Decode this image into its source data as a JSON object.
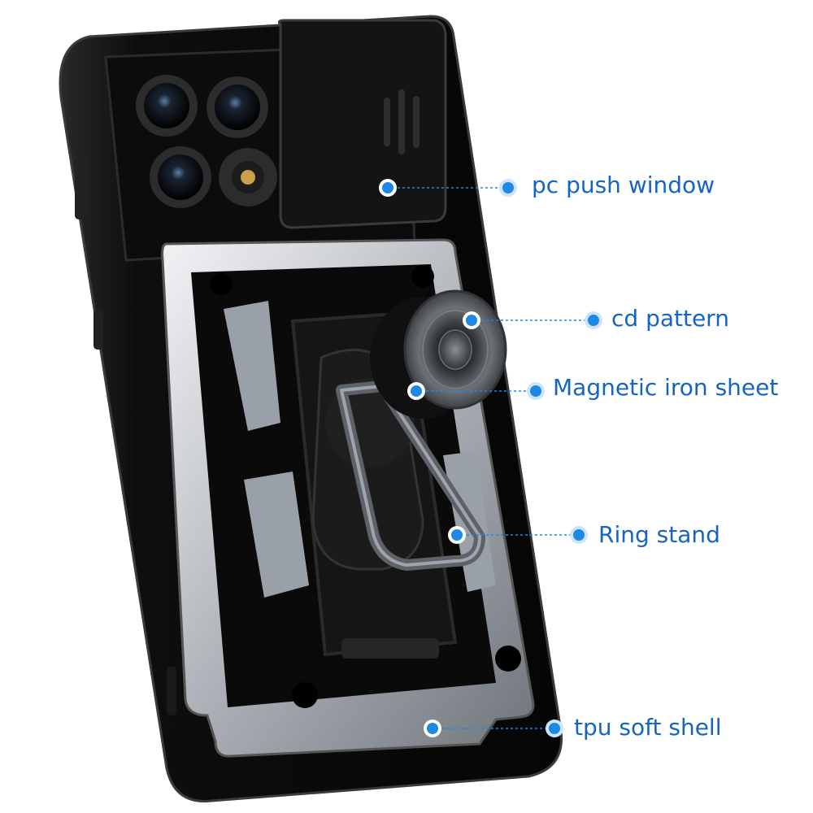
{
  "callouts": [
    {
      "id": "pc-push-window",
      "label": "pc push window"
    },
    {
      "id": "cd-pattern",
      "label": "cd pattern"
    },
    {
      "id": "magnetic-iron-sheet",
      "label": "Magnetic iron sheet"
    },
    {
      "id": "ring-stand",
      "label": "Ring stand"
    },
    {
      "id": "tpu-soft-shell",
      "label": "tpu soft shell"
    }
  ],
  "colors": {
    "callout_text": "#1565c0",
    "callout_dot": "#1e88e5",
    "case_black": "#111111",
    "armor_silver": "#c9ccd1"
  }
}
